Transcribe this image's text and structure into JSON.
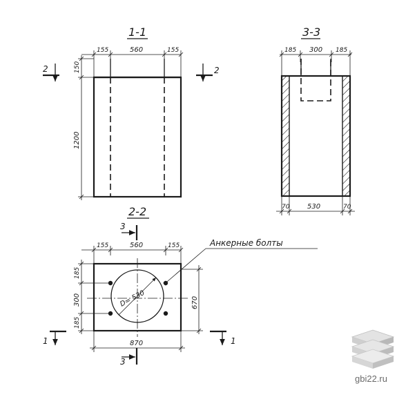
{
  "views": {
    "section_1_1": {
      "title": "1-1",
      "dims_top": [
        "155",
        "560",
        "155"
      ],
      "dim_top_height": "150",
      "dim_height": "1200",
      "cut_marks": [
        "2",
        "2"
      ]
    },
    "section_3_3": {
      "title": "3-3",
      "dims_top": [
        "185",
        "300",
        "185"
      ],
      "dims_bottom": [
        "70",
        "530",
        "70"
      ]
    },
    "section_2_2": {
      "title": "2-2",
      "dims_top": [
        "155",
        "560",
        "155"
      ],
      "dims_left": [
        "185",
        "300",
        "185"
      ],
      "dim_right": "670",
      "dim_bottom": "870",
      "diameter": "D= 530",
      "anchor_label": "Анкерные болты",
      "cut_marks_3": [
        "3",
        "3"
      ],
      "cut_marks_1": [
        "1",
        "1"
      ]
    }
  },
  "watermark": {
    "text": "gbi22.ru",
    "icon": "stacked-slabs-icon"
  }
}
